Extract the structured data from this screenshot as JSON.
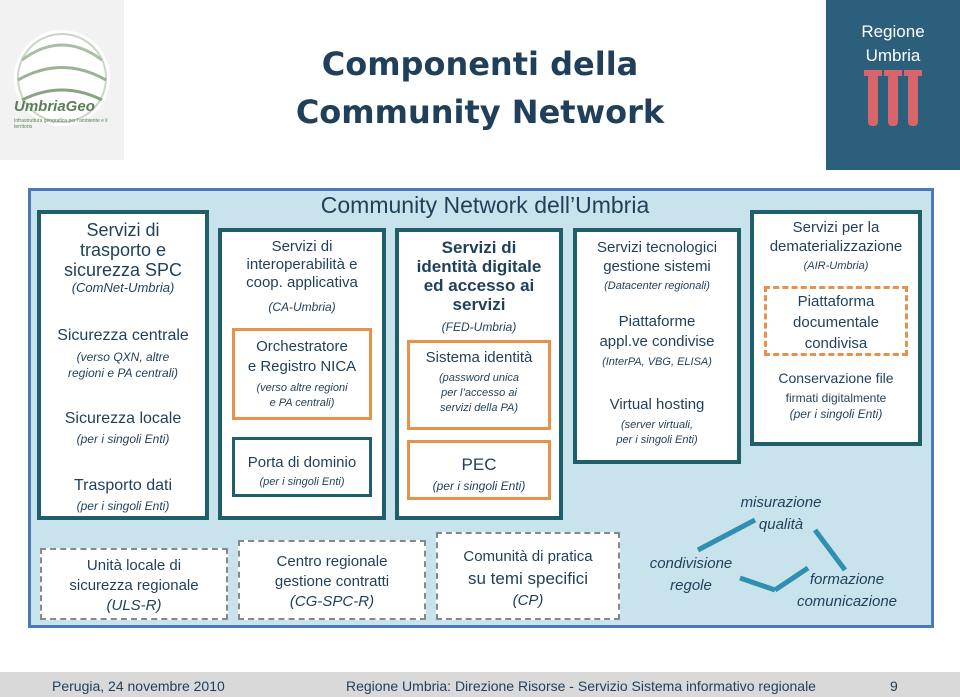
{
  "header": {
    "logo_title": "UmbriaGeo",
    "logo_subtitle": "Infrastruttura geografica per l'ambiente e il territorio",
    "title_line1": "Componenti della",
    "title_line2": "Community Network",
    "region_line1": "Regione",
    "region_line2": "Umbria"
  },
  "main": {
    "title": "Community Network dell’Umbria",
    "col1": {
      "title1": "Servizi di",
      "title2": "trasporto e",
      "title3": "sicurezza SPC",
      "subtitle": "(ComNet-Umbria)",
      "item1_title": "Sicurezza centrale",
      "item1_sub1": "(verso QXN, altre",
      "item1_sub2": "regioni e PA centrali)",
      "item2_title": "Sicurezza locale",
      "item2_sub": "(per i singoli Enti)",
      "item3_title": "Trasporto dati",
      "item3_sub": "(per i singoli Enti)"
    },
    "col2": {
      "title1": "Servizi di",
      "title2": "interoperabilità e",
      "title3": "coop. applicativa",
      "subtitle": "(CA-Umbria)",
      "item1_title1": "Orchestratore",
      "item1_title2": "e Registro NICA",
      "item1_sub1": "(verso altre regioni",
      "item1_sub2": "e PA centrali)",
      "item2_title": "Porta di dominio",
      "item2_sub": "(per i singoli Enti)"
    },
    "col3": {
      "title1": "Servizi di",
      "title2": "identità digitale",
      "title3": "ed accesso ai",
      "title4": "servizi",
      "subtitle": "(FED-Umbria)",
      "item1_title": "Sistema identità",
      "item1_sub1": "(password unica",
      "item1_sub2": "per l’accesso ai",
      "item1_sub3": "servizi della PA)",
      "item2_title": "PEC",
      "item2_sub": "(per i singoli Enti)"
    },
    "col4": {
      "title1": "Servizi tecnologici",
      "title2": "gestione sistemi",
      "subtitle": "(Datacenter regionali)",
      "item1_title1": "Piattaforme",
      "item1_title2": "appl.ve condivise",
      "item1_sub": "(InterPA, VBG, ELISA)",
      "item2_title": "Virtual hosting",
      "item2_sub1": "(server virtuali,",
      "item2_sub2": "per i singoli Enti)"
    },
    "col5": {
      "title1": "Servizi per la",
      "title2": "dematerializzazione",
      "subtitle": "(AIR-Umbria)",
      "item1_title1": "Piattaforma",
      "item1_title2": "documentale",
      "item1_title3": "condivisa",
      "item2_title": "Conservazione file",
      "item2_sub1": "firmati digitalmente",
      "item2_sub2": "(per i singoli Enti)"
    },
    "bottom": {
      "b1_line1": "Unità locale di",
      "b1_line2": "sicurezza regionale",
      "b1_line3": "(ULS-R)",
      "b2_line1": "Centro regionale",
      "b2_line2": "gestione contratti",
      "b2_line3": "(CG-SPC-R)",
      "b3_line1": "Comunità di pratica",
      "b3_line2": "su temi specifici",
      "b3_line3": "(CP)"
    },
    "triangle": {
      "top1": "misurazione",
      "top2": "qualità",
      "left1": "condivisione",
      "left2": "regole",
      "right1": "formazione",
      "right2": "comunicazione"
    }
  },
  "footer": {
    "left": "Perugia, 24 novembre 2010",
    "center": "Regione Umbria: Direzione Risorse - Servizio Sistema informativo regionale",
    "page": "9"
  }
}
